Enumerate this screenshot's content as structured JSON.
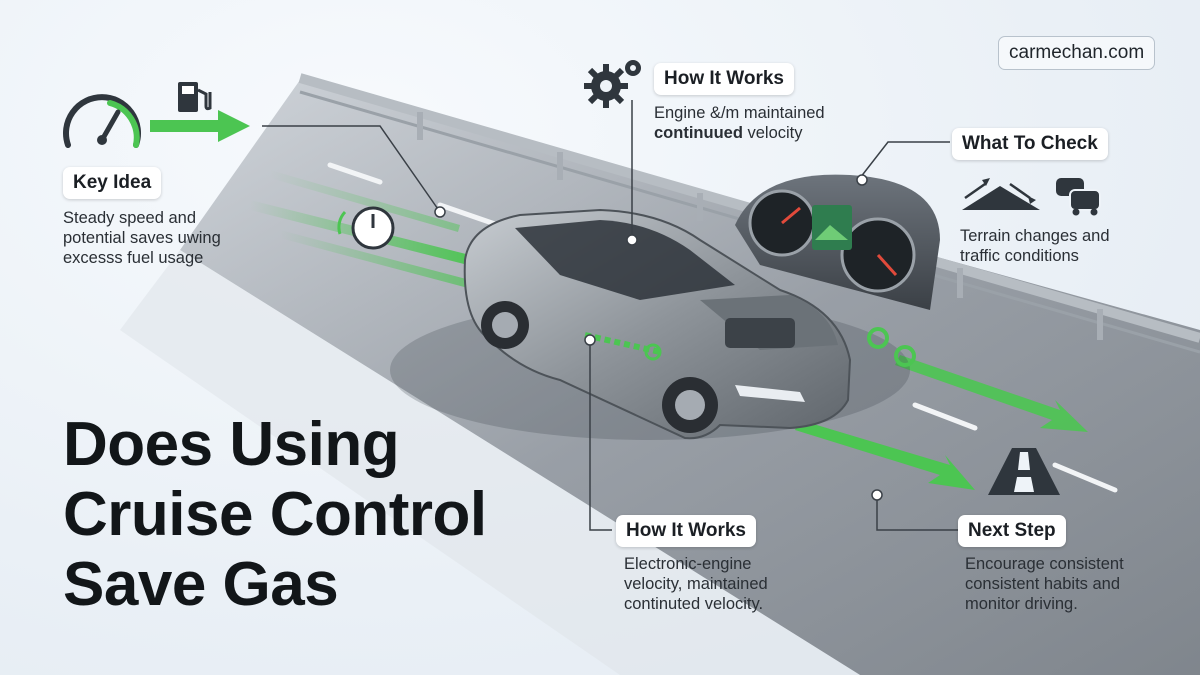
{
  "brand": {
    "site": "carmechan.com"
  },
  "title": {
    "line1": "Does Using",
    "line2": "Cruise Control",
    "line3": "Save Gas"
  },
  "key_idea": {
    "heading": "Key Idea",
    "lines": [
      "Steady speed and",
      "potential saves uwing",
      "excesss fuel usage"
    ]
  },
  "how_it_works_top": {
    "heading": "How It Works",
    "line1": "Engine &/m maintained",
    "line2_bold": "continuued",
    "line2_rest": " velocity"
  },
  "what_to_check": {
    "heading": "What To Check",
    "lines": [
      "Terrain changes and",
      "traffic conditions"
    ]
  },
  "how_it_works_bottom": {
    "heading": "How It Works",
    "lines": [
      "Electronic-engine",
      "velocity, maintained",
      "continuted velocity."
    ]
  },
  "next_step": {
    "heading": "Next Step",
    "lines": [
      "Encourage consistent",
      "consistent habits and",
      "monitor driving."
    ]
  },
  "icons": [
    "speedometer-icon",
    "fuel-pump-icon",
    "green-arrow-icon",
    "gears-icon",
    "terrain-icon",
    "traffic-cars-icon",
    "road-icon",
    "car-illustration",
    "dashboard-illustration"
  ],
  "colors": {
    "accent_green": "#4cc552",
    "text_dark": "#121619",
    "road": "#6b7179"
  }
}
